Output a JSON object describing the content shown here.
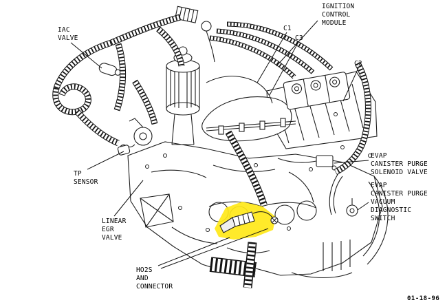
{
  "labels": {
    "iac_valve": "IAC\nVALVE",
    "tp_sensor": "TP\nSENSOR",
    "linear_egr_valve": "LINEAR\nEGR\nVALVE",
    "ho2s_and_connector": "HO2S\nAND\nCONNECTOR",
    "ignition_control_module": "IGNITION\nCONTROL\nMODULE",
    "connector_c1": "C1",
    "connector_c3": "C3",
    "connector_c2": "C2",
    "evap_canister_purge_solenoid_valve": "EVAP\nCANISTER PURGE\nSOLENOID VALVE",
    "evap_canister_purge_vacuum_diagnostic_switch": "EVAP\nCANISTER PURGE\nVACUUM\nDIAGNOSTIC\nSWITCH"
  },
  "date_stamp": "01-18-96",
  "colors": {
    "highlight": "#ffe818",
    "line": "#1d1d1d",
    "background": "#ffffff"
  }
}
